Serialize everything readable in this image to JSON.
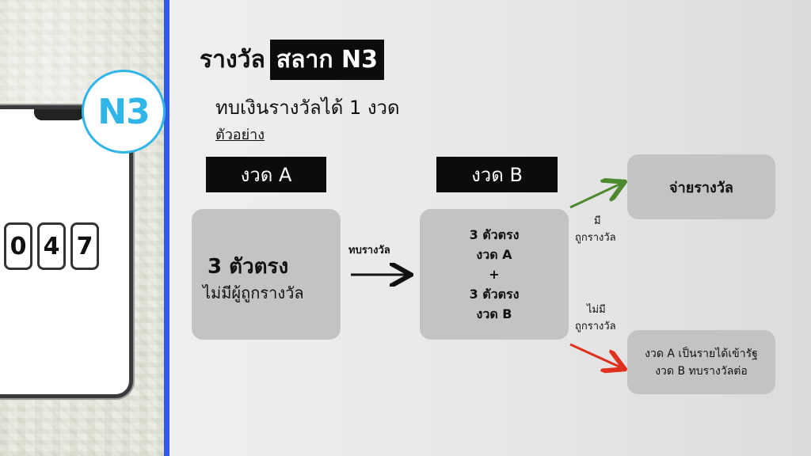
{
  "phone": {
    "digits": [
      "0",
      "4",
      "7"
    ],
    "badge": "N3"
  },
  "title": {
    "plain": "รางวัล",
    "highlight": "สลาก N3"
  },
  "subtitle": "ทบเงินรางวัลได้ 1 งวด",
  "example_label": "ตัวอย่าง",
  "round_a": {
    "label": "งวด A",
    "big": "3 ตัวตรง",
    "small": "ไม่มีผู้ถูกรางวัล"
  },
  "rollover_label": "ทบรางวัล",
  "round_b": {
    "label": "งวด B",
    "lines": [
      "3 ตัวตรง",
      "งวด A",
      "+",
      "3 ตัวตรง",
      "งวด B"
    ]
  },
  "has_winner": {
    "line1": "มี",
    "line2": "ถูกรางวัล"
  },
  "no_winner": {
    "line1": "ไม่มี",
    "line2": "ถูกรางวัล"
  },
  "pay_box": "จ่ายรางวัล",
  "gov_box": {
    "line1": "งวด A เป็นรายได้เข้ารัฐ",
    "line2": "งวด B ทบรางวัลต่อ"
  },
  "colors": {
    "divider": "#2f5bea",
    "badge": "#2fb5e8",
    "green_arrow": "#4d8a2f",
    "red_arrow": "#e0301e"
  }
}
